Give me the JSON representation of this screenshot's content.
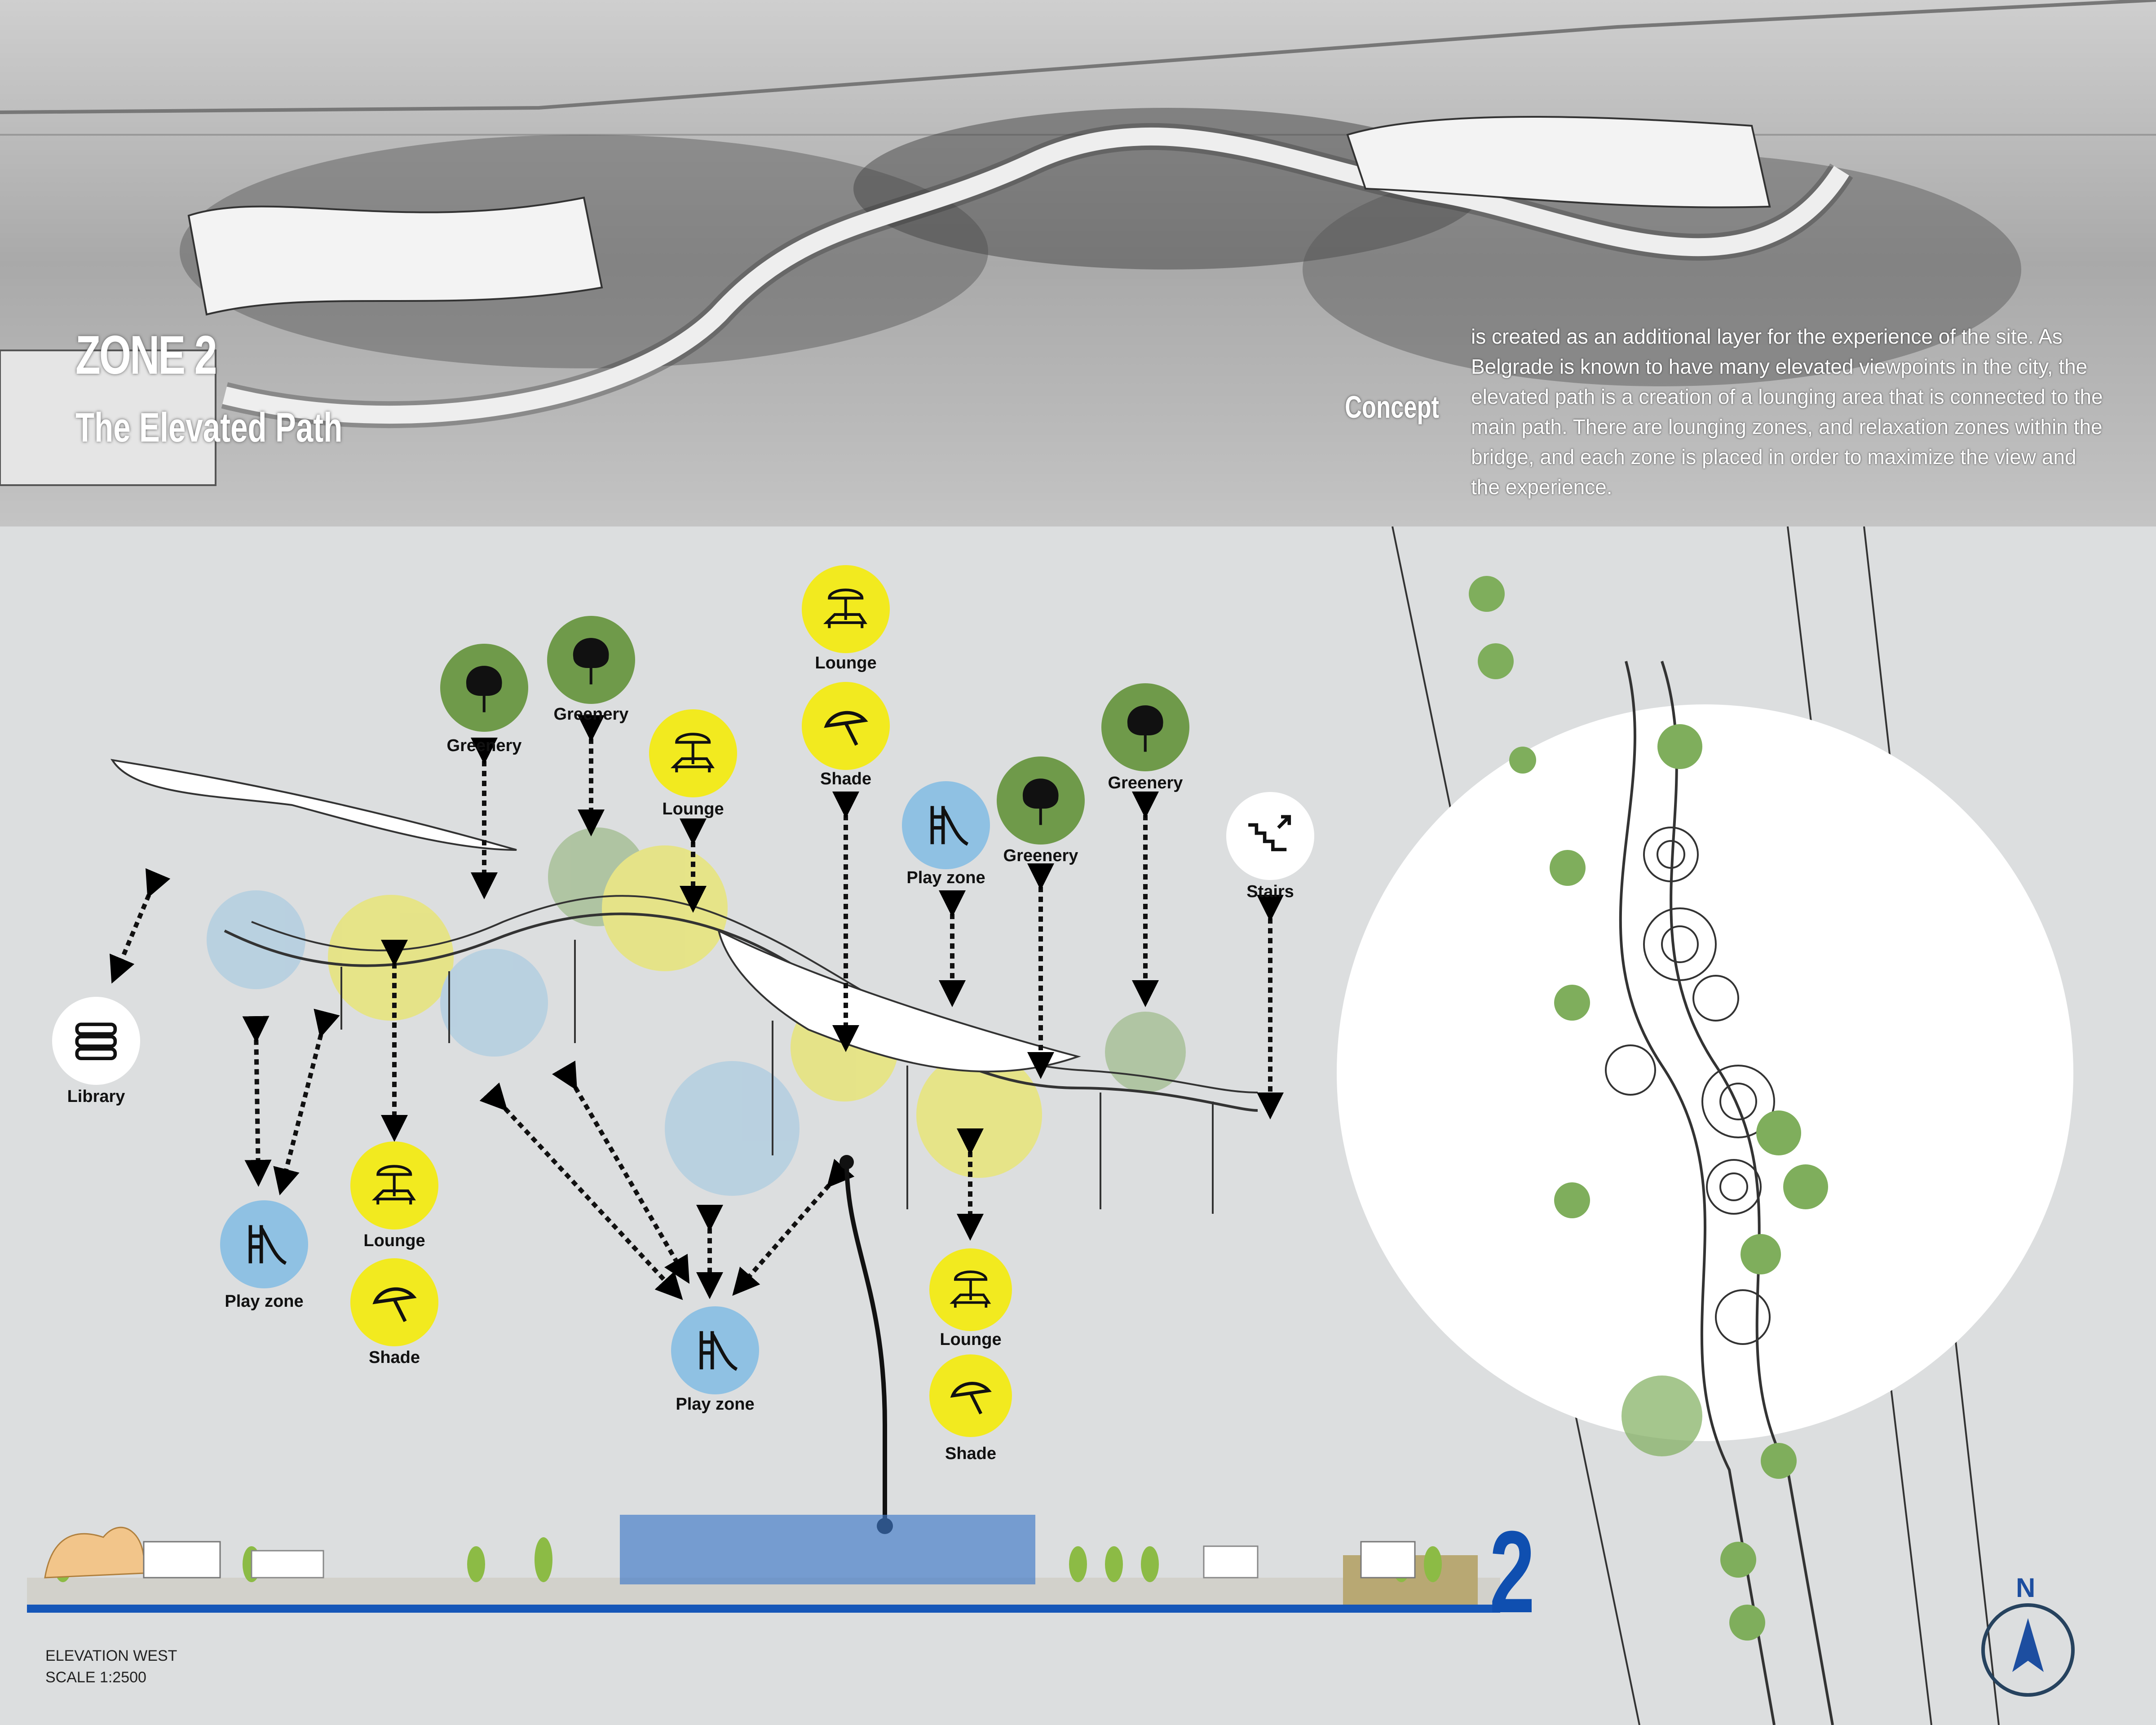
{
  "banner": {
    "title": "ZONE 2",
    "subtitle": "The Elevated Path",
    "concept_label": "Concept",
    "description": "is created as an additional layer for the experience of the site. As Belgrade is known to have many elevated viewpoints in the city, the elevated path is a creation of a lounging area that is connected to the main path. There are lounging zones, and relaxation zones within the bridge, and each zone is placed in order to maximize the view and the experience."
  },
  "colors": {
    "greenery": "#6f9a4a",
    "lounge": "#f2ea1f",
    "play": "#8fc1e3",
    "white": "#ffffff",
    "accent_blue": "#0f4fb0"
  },
  "zones": [
    {
      "label": "Greenery",
      "icon": "tree-icon",
      "type": "greenery"
    },
    {
      "label": "Greenery",
      "icon": "tree-icon",
      "type": "greenery"
    },
    {
      "label": "Lounge",
      "icon": "sunbed-icon",
      "type": "lounge"
    },
    {
      "label": "Lounge",
      "icon": "sunbed-icon",
      "type": "lounge"
    },
    {
      "label": "Shade",
      "icon": "umbrella-icon",
      "type": "lounge"
    },
    {
      "label": "Play zone",
      "icon": "slide-icon",
      "type": "play"
    },
    {
      "label": "Greenery",
      "icon": "tree-icon",
      "type": "greenery"
    },
    {
      "label": "Greenery",
      "icon": "tree-icon",
      "type": "greenery"
    },
    {
      "label": "Stairs",
      "icon": "stairs-icon",
      "type": "white"
    },
    {
      "label": "Library",
      "icon": "books-icon",
      "type": "white"
    },
    {
      "label": "Play zone",
      "icon": "slide-icon",
      "type": "play"
    },
    {
      "label": "Lounge",
      "icon": "sunbed-icon",
      "type": "lounge"
    },
    {
      "label": "Shade",
      "icon": "umbrella-icon",
      "type": "lounge"
    },
    {
      "label": "Play zone",
      "icon": "slide-icon",
      "type": "play"
    },
    {
      "label": "Lounge",
      "icon": "sunbed-icon",
      "type": "lounge"
    },
    {
      "label": "Shade",
      "icon": "umbrella-icon",
      "type": "lounge"
    }
  ],
  "elevation": {
    "title": "ELEVATION WEST",
    "scale": "SCALE 1:2500",
    "zone_number": "2"
  },
  "compass": {
    "label": "N"
  }
}
